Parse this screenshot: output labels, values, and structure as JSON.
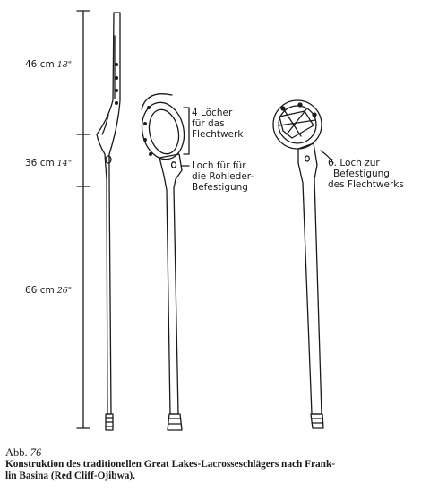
{
  "figure": {
    "label_prefix": "Abb.",
    "label_number": "76",
    "caption_line1": "Konstruktion des traditionellen Great Lakes-Lacrosseschlägers nach Frank-",
    "caption_line2": "lin Basina (Red Cliff-Ojibwa)."
  },
  "dimensions": [
    {
      "metric": "46 cm",
      "imperial": "18\""
    },
    {
      "metric": "36 cm",
      "imperial": "14\""
    },
    {
      "metric": "66 cm",
      "imperial": "26\""
    }
  ],
  "annotations": {
    "stick2_holes": [
      "4 Löcher",
      "für das",
      "Flechtwerk"
    ],
    "stick2_leather": [
      "Loch für für",
      "die Rohleder-",
      "Befestigung"
    ],
    "stick3_hole": [
      "6. Loch zur",
      "Befestigung",
      "des Flechtwerks"
    ]
  },
  "colors": {
    "ink": "#1a1a1a",
    "background": "#ffffff"
  }
}
